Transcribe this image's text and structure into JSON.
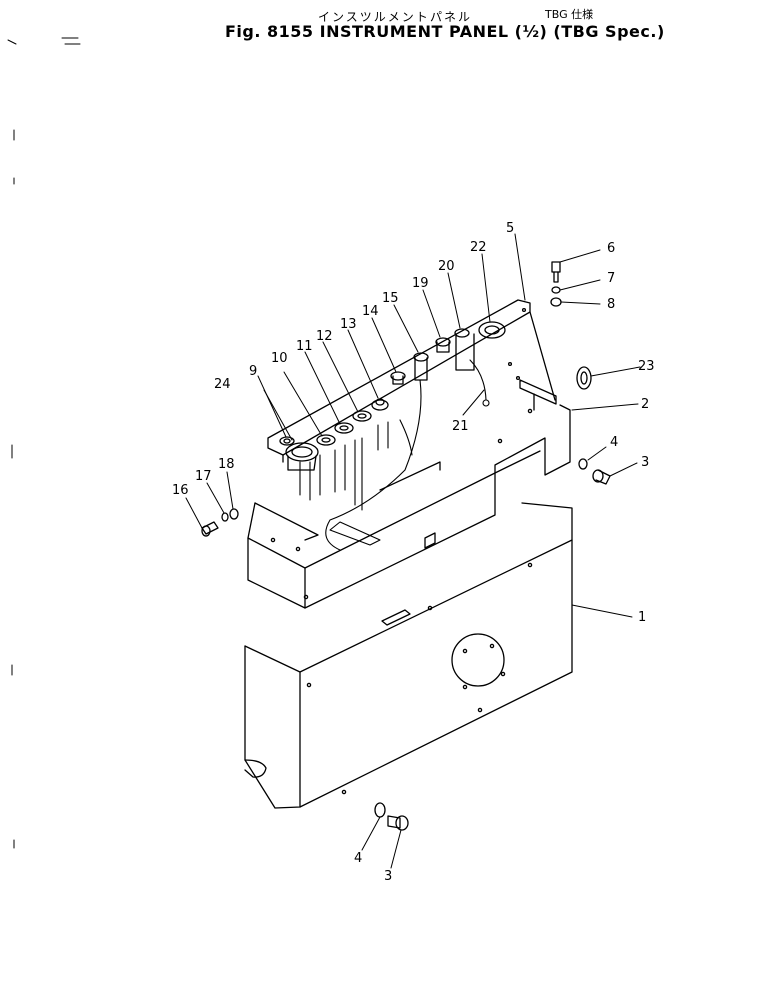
{
  "header": {
    "title_jp": "インスツルメント",
    "title_jp2": "パネル",
    "spec_jp": "TBG 仕様",
    "title_main": "Fig. 8155   INSTRUMENT  PANEL (½) (TBG  Spec.)"
  },
  "labels": {
    "p1": "1",
    "p2": "2",
    "p3a": "3",
    "p3b": "3",
    "p4a": "4",
    "p4b": "4",
    "p5": "5",
    "p6": "6",
    "p7": "7",
    "p8": "8",
    "p9": "9",
    "p10": "10",
    "p11": "11",
    "p12": "12",
    "p13": "13",
    "p14": "14",
    "p15": "15",
    "p16": "16",
    "p17": "17",
    "p18": "18",
    "p19": "19",
    "p20": "20",
    "p21": "21",
    "p22": "22",
    "p23": "23",
    "p24": "24"
  }
}
